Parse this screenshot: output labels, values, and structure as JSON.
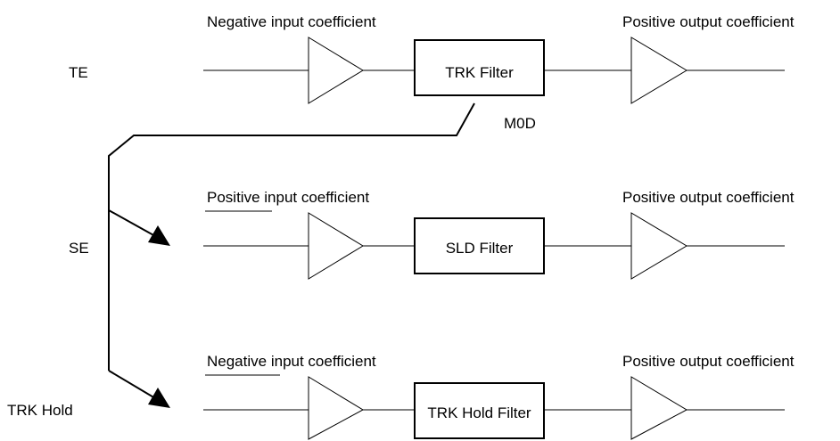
{
  "rows": [
    {
      "signal": "TE",
      "input_coefficient_prefix": "Negative",
      "input_coefficient_suffix": " input coefficient",
      "filter": "TRK Filter",
      "output_coefficient": "Positive output coefficient"
    },
    {
      "signal": "SE",
      "input_coefficient_prefix": "Positive",
      "input_coefficient_suffix": " input coefficient",
      "filter": "SLD Filter",
      "output_coefficient": "Positive output coefficient"
    },
    {
      "signal": "TRK Hold",
      "input_coefficient_prefix": "Negative",
      "input_coefficient_suffix": " input coefficient",
      "filter": "TRK Hold Filter",
      "output_coefficient": "Positive output coefficient"
    }
  ],
  "switch_label": "M0D",
  "colors": {
    "line": "#000000",
    "background": "#ffffff"
  }
}
